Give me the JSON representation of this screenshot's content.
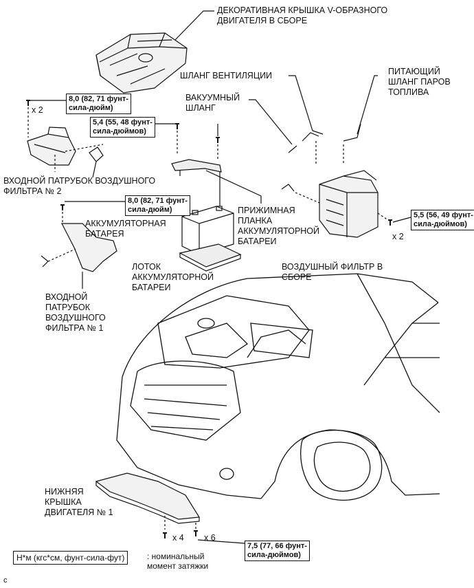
{
  "labels": {
    "engine_cover": "ДЕКОРАТИВНАЯ КРЫШКА V-ОБРАЗНОГО\nДВИГАТЕЛЯ В СБОРЕ",
    "vent_hose": "ШЛАНГ ВЕНТИЛЯЦИИ",
    "fuel_vapor_hose": "ПИТАЮЩИЙ\nШЛАНГ ПАРОВ\nТОПЛИВА",
    "vacuum_hose": "ВАКУУМНЫЙ\nШЛАНГ",
    "inlet_no2": "ВХОДНОЙ ПАТРУБОК ВОЗДУШНОГО\nФИЛЬТРА № 2",
    "battery": "АККУМУЛЯТОРНАЯ\nБАТАРЕЯ",
    "clamp_plate": "ПРИЖИМНАЯ\nПЛАНКА\nАККУМУЛЯТОРНОЙ\nБАТАРЕИ",
    "battery_tray": "ЛОТОК\nАККУМУЛЯТОРНОЙ\nБАТАРЕИ",
    "air_filter": "ВОЗДУШНЫЙ ФИЛЬТР В\nСБОРЕ",
    "inlet_no1": "ВХОДНОЙ\nПАТРУБОК\nВОЗДУШНОГО\nФИЛЬТРА № 1",
    "under_cover": "НИЖНЯЯ\nКРЫШКА\nДВИГАТЕЛЯ № 1"
  },
  "torques": {
    "t1": "8,0 (82, 71 фунт-\nсила-дюйм)",
    "t2": "5,4 (55, 48 фунт-\nсила-дюймов)",
    "t3": "8,0 (82, 71 фунт-\nсила-дюйм)",
    "t4": "5,5 (56, 49 фунт-\nсила-дюймов)",
    "t5": "7,5 (77, 66 фунт-\nсила-дюймов)"
  },
  "multipliers": {
    "m1": "x 2",
    "m2": "x 2",
    "m3": "x 4",
    "m4": "x 6"
  },
  "legend": {
    "unit": "Н*м (кгс*см, фунт-сила-фут)",
    "meaning": ": номинальный\nмомент затяжки"
  },
  "corner_mark": "c"
}
